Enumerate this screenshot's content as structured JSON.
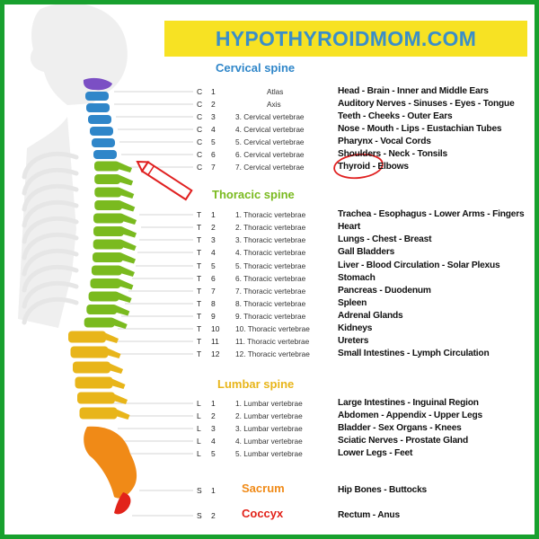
{
  "banner": {
    "text": "HYPOTHYROIDMOM.COM"
  },
  "colors": {
    "frame": "#18a02e",
    "banner_bg": "#f7e223",
    "banner_text": "#3a8ec9",
    "cervical": "#2f86c9",
    "thoracic": "#7aba1f",
    "lumbar": "#e8b51a",
    "sacrum": "#f08a17",
    "coccyx": "#e2231a",
    "atlas": "#7b4fc4",
    "skeleton_silhouette": "#eeeeee",
    "thyroid_circle": "#e02020"
  },
  "sections": {
    "cervical": "Cervical spine",
    "thoracic": "Thoracic spine",
    "lumbar": "Lumbar spine",
    "sacrum": "Sacrum",
    "coccyx": "Coccyx"
  },
  "rows": [
    {
      "code": [
        "C",
        "1"
      ],
      "name": "Atlas",
      "organs": "Head - Brain - Inner and Middle Ears"
    },
    {
      "code": [
        "C",
        "2"
      ],
      "name": "Axis",
      "organs": "Auditory Nerves - Sinuses - Eyes - Tongue"
    },
    {
      "code": [
        "C",
        "3"
      ],
      "name": "3. Cervical vertebrae",
      "organs": "Teeth - Cheeks - Outer Ears"
    },
    {
      "code": [
        "C",
        "4"
      ],
      "name": "4. Cervical vertebrae",
      "organs": "Nose - Mouth - Lips - Eustachian Tubes"
    },
    {
      "code": [
        "C",
        "5"
      ],
      "name": "5. Cervical vertebrae",
      "organs": "Pharynx - Vocal Cords"
    },
    {
      "code": [
        "C",
        "6"
      ],
      "name": "6. Cervical vertebrae",
      "organs": "Shoulders - Neck - Tonsils"
    },
    {
      "code": [
        "C",
        "7"
      ],
      "name": "7. Cervical vertebrae",
      "organs": "Thyroid  - Elbows"
    },
    {
      "code": [
        "T",
        "1"
      ],
      "name": "1. Thoracic vertebrae",
      "organs": "Trachea - Esophagus - Lower Arms - Fingers"
    },
    {
      "code": [
        "T",
        "2"
      ],
      "name": "2. Thoracic vertebrae",
      "organs": "Heart"
    },
    {
      "code": [
        "T",
        "3"
      ],
      "name": "3. Thoracic vertebrae",
      "organs": "Lungs - Chest - Breast"
    },
    {
      "code": [
        "T",
        "4"
      ],
      "name": "4. Thoracic vertebrae",
      "organs": "Gall Bladders"
    },
    {
      "code": [
        "T",
        "5"
      ],
      "name": "5. Thoracic vertebrae",
      "organs": "Liver - Blood Circulation - Solar Plexus"
    },
    {
      "code": [
        "T",
        "6"
      ],
      "name": "6. Thoracic vertebrae",
      "organs": "Stomach"
    },
    {
      "code": [
        "T",
        "7"
      ],
      "name": "7. Thoracic vertebrae",
      "organs": "Pancreas - Duodenum"
    },
    {
      "code": [
        "T",
        "8"
      ],
      "name": "8. Thoracic vertebrae",
      "organs": "Spleen"
    },
    {
      "code": [
        "T",
        "9"
      ],
      "name": "9. Thoracic vertebrae",
      "organs": "Adrenal Glands"
    },
    {
      "code": [
        "T",
        "10"
      ],
      "name": "10. Thoracic vertebrae",
      "organs": "Kidneys"
    },
    {
      "code": [
        "T",
        "11"
      ],
      "name": "11. Thoracic vertebrae",
      "organs": "Ureters"
    },
    {
      "code": [
        "T",
        "12"
      ],
      "name": "12. Thoracic vertebrae",
      "organs": "Small Intestines - Lymph Circulation"
    },
    {
      "code": [
        "L",
        "1"
      ],
      "name": "1. Lumbar vertebrae",
      "organs": "Large Intestines - Inguinal Region"
    },
    {
      "code": [
        "L",
        "2"
      ],
      "name": "2. Lumbar vertebrae",
      "organs": "Abdomen - Appendix - Upper Legs"
    },
    {
      "code": [
        "L",
        "3"
      ],
      "name": "3. Lumbar vertebrae",
      "organs": "Bladder - Sex Organs - Knees"
    },
    {
      "code": [
        "L",
        "4"
      ],
      "name": "4. Lumbar vertebrae",
      "organs": "Sciatic Nerves - Prostate Gland"
    },
    {
      "code": [
        "L",
        "5"
      ],
      "name": "5. Lumbar vertebrae",
      "organs": "Lower Legs - Feet"
    },
    {
      "code": [
        "S",
        "1"
      ],
      "name": "",
      "organs": "Hip Bones - Buttocks"
    },
    {
      "code": [
        "S",
        "2"
      ],
      "name": "",
      "organs": "Rectum - Anus"
    }
  ],
  "annotations": {
    "circled_row": 6,
    "pencil_icon": "pencil-icon"
  }
}
